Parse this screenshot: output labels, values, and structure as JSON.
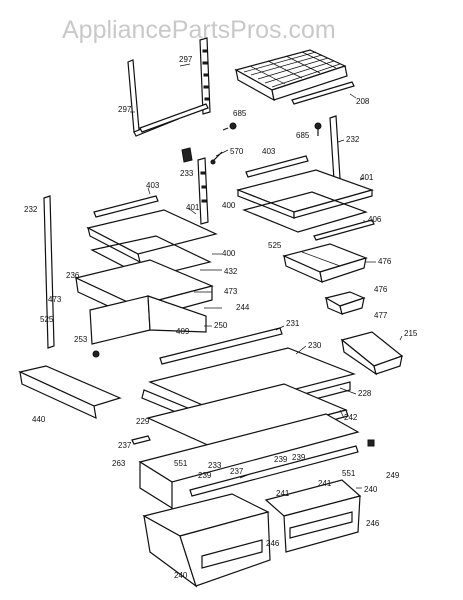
{
  "watermark": "AppliancePartsPros.com",
  "labels": [
    {
      "id": "l297a",
      "text": "297"
    },
    {
      "id": "l297b",
      "text": "297"
    },
    {
      "id": "l208",
      "text": "208"
    },
    {
      "id": "l685a",
      "text": "685"
    },
    {
      "id": "l685b",
      "text": "685"
    },
    {
      "id": "l232a",
      "text": "232"
    },
    {
      "id": "l570",
      "text": "570"
    },
    {
      "id": "l233a",
      "text": "233"
    },
    {
      "id": "l403a",
      "text": "403"
    },
    {
      "id": "l403b",
      "text": "403"
    },
    {
      "id": "l401a",
      "text": "401"
    },
    {
      "id": "l401b",
      "text": "401"
    },
    {
      "id": "l400a",
      "text": "400"
    },
    {
      "id": "l400b",
      "text": "400"
    },
    {
      "id": "l406",
      "text": "406"
    },
    {
      "id": "l525a",
      "text": "525"
    },
    {
      "id": "l232b",
      "text": "232"
    },
    {
      "id": "l432",
      "text": "432"
    },
    {
      "id": "l476a",
      "text": "476"
    },
    {
      "id": "l236",
      "text": "236"
    },
    {
      "id": "l473a",
      "text": "473"
    },
    {
      "id": "l473b",
      "text": "473"
    },
    {
      "id": "l476b",
      "text": "476"
    },
    {
      "id": "l525b",
      "text": "525"
    },
    {
      "id": "l244",
      "text": "244"
    },
    {
      "id": "l477",
      "text": "477"
    },
    {
      "id": "l409",
      "text": "409"
    },
    {
      "id": "l250",
      "text": "250"
    },
    {
      "id": "l231",
      "text": "231"
    },
    {
      "id": "l215",
      "text": "215"
    },
    {
      "id": "l253",
      "text": "253"
    },
    {
      "id": "l230",
      "text": "230"
    },
    {
      "id": "l228",
      "text": "228"
    },
    {
      "id": "l440",
      "text": "440"
    },
    {
      "id": "l229",
      "text": "229"
    },
    {
      "id": "l242",
      "text": "242"
    },
    {
      "id": "l237a",
      "text": "237"
    },
    {
      "id": "l263",
      "text": "263"
    },
    {
      "id": "l551a",
      "text": "551"
    },
    {
      "id": "l233b",
      "text": "233"
    },
    {
      "id": "l239a",
      "text": "239"
    },
    {
      "id": "l239b",
      "text": "239"
    },
    {
      "id": "l237b",
      "text": "237"
    },
    {
      "id": "l239c",
      "text": "239"
    },
    {
      "id": "l551b",
      "text": "551"
    },
    {
      "id": "l249",
      "text": "249"
    },
    {
      "id": "l241a",
      "text": "241"
    },
    {
      "id": "l241b",
      "text": "241"
    },
    {
      "id": "l240a",
      "text": "240"
    },
    {
      "id": "l246a",
      "text": "246"
    },
    {
      "id": "l246b",
      "text": "246"
    },
    {
      "id": "l240b",
      "text": "240"
    }
  ]
}
